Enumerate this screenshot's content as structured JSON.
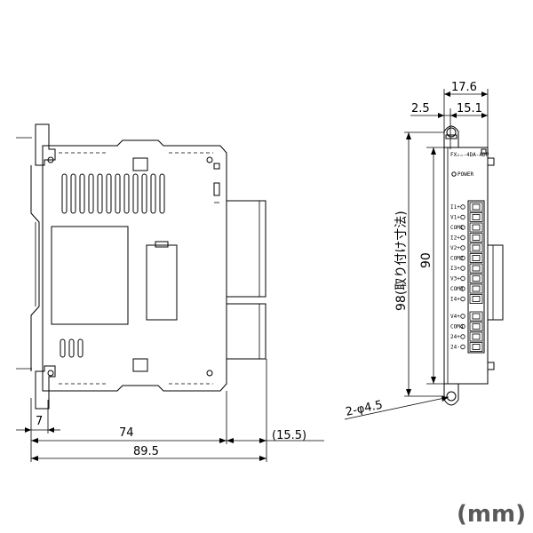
{
  "units_label": "(mm)",
  "front_view": {
    "dim_width_main": "74",
    "dim_width_total": "89.5",
    "dim_clip": "7",
    "dim_connector": "(15.5)"
  },
  "side_view": {
    "dim_total_width": "17.6",
    "dim_left_offset": "2.5",
    "dim_body_width": "15.1",
    "dim_mount_height": "98(取り付け寸法)",
    "dim_body_height": "90",
    "dim_hole": "2-φ4.5",
    "label_model": "FX₂ₙ-4DA-ADP",
    "label_power": "POWER",
    "terminal_labels": [
      "I1+",
      "V1+",
      "COM1",
      "I2+",
      "V2+",
      "COM2",
      "I3+",
      "V3+",
      "COM3",
      "I4+",
      "V4+",
      "COM4",
      "24+",
      "24-"
    ]
  }
}
